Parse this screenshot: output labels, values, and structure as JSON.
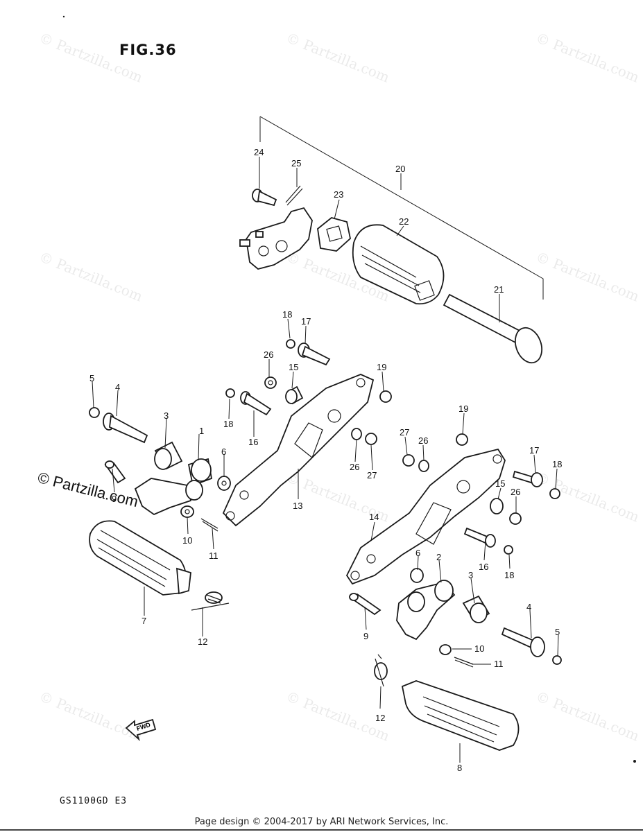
{
  "figure_title": "FIG.36",
  "model_code": "GS1100GD E3",
  "footer": "Page design © 2004-2017 by ARI Network Services, Inc.",
  "watermark": "© Partzilla.com",
  "watermark_strong": "© Partzilla.com",
  "fwd_label": "FWD",
  "callouts": [
    "1",
    "2",
    "3",
    "3",
    "4",
    "4",
    "5",
    "5",
    "6",
    "6",
    "7",
    "8",
    "9",
    "9",
    "10",
    "10",
    "11",
    "11",
    "12",
    "12",
    "13",
    "14",
    "15",
    "15",
    "16",
    "16",
    "17",
    "17",
    "18",
    "18",
    "18",
    "18",
    "19",
    "19",
    "20",
    "21",
    "22",
    "23",
    "24",
    "25",
    "26",
    "26",
    "26",
    "26",
    "27",
    "27"
  ]
}
